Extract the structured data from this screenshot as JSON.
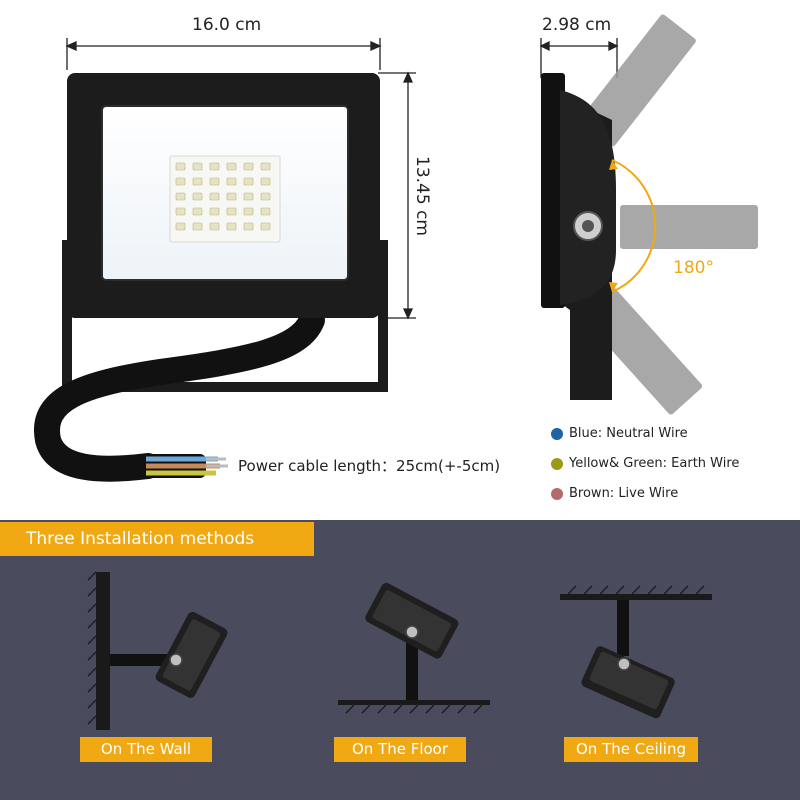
{
  "dimensions": {
    "width": "16.0 cm",
    "height": "13.45 cm",
    "depth": "2.98 cm",
    "rotation": "180°"
  },
  "cable": {
    "label": "Power cable length：25cm(+-5cm)"
  },
  "wires": [
    {
      "label": "Blue: Neutral Wire",
      "color": "#1e63a6"
    },
    {
      "label": "Yellow& Green: Earth Wire",
      "color": "#9a9a18"
    },
    {
      "label": "Brown: Live Wire",
      "color": "#b46a6a"
    }
  ],
  "installation": {
    "title": "Three Installation methods",
    "methods": [
      {
        "label": "On The Wall"
      },
      {
        "label": "On The Floor"
      },
      {
        "label": "On The Ceiling"
      }
    ]
  },
  "colors": {
    "accent": "#f0a913",
    "panel_background": "#4a4c5e",
    "housing": "#1c1c1c"
  }
}
